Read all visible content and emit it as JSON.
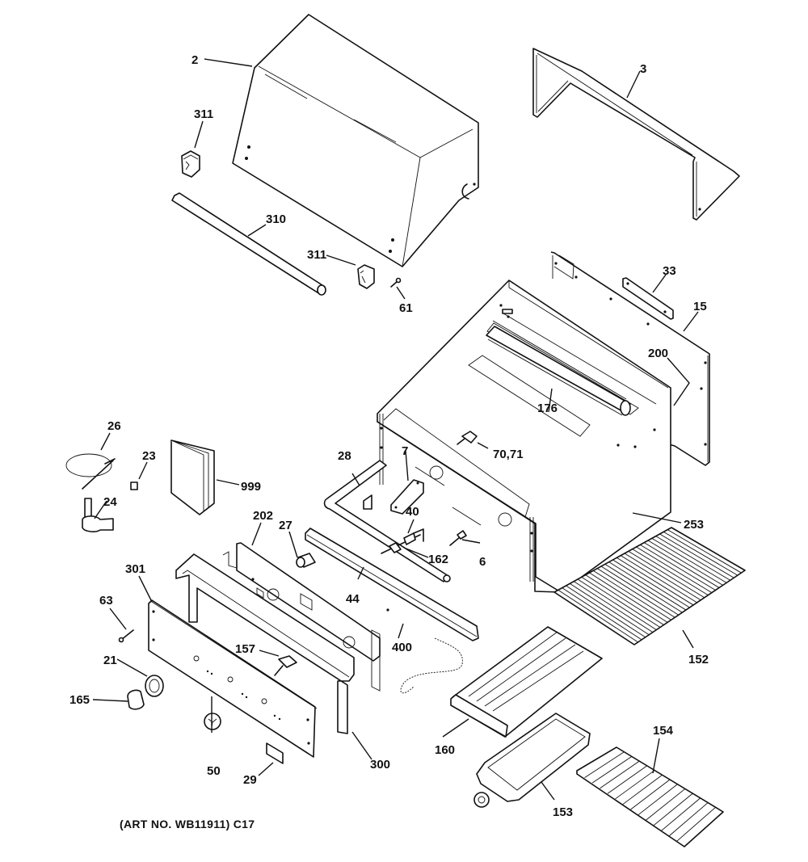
{
  "diagram": {
    "type": "exploded-parts-view",
    "subject": "Outdoor gas grill assembly",
    "caption": "(ART NO. WB11911) C17",
    "callouts": [
      {
        "id": "2",
        "part": "hood"
      },
      {
        "id": "3",
        "part": "hood-frame"
      },
      {
        "id": "311",
        "part": "handle-end-cap-left"
      },
      {
        "id": "310",
        "part": "handle-bar"
      },
      {
        "id": "311b",
        "label": "311",
        "part": "handle-end-cap-right"
      },
      {
        "id": "61",
        "part": "screw"
      },
      {
        "id": "33",
        "part": "rear-bracket"
      },
      {
        "id": "15",
        "part": "rear-panel"
      },
      {
        "id": "200",
        "part": "side-panel"
      },
      {
        "id": "176",
        "part": "rotisserie-burner"
      },
      {
        "id": "70,71",
        "part": "electrode"
      },
      {
        "id": "253",
        "part": "grill-body"
      },
      {
        "id": "26",
        "part": "gas-hose"
      },
      {
        "id": "23",
        "part": "orifice-fitting"
      },
      {
        "id": "24",
        "part": "regulator"
      },
      {
        "id": "999",
        "part": "owners-manual"
      },
      {
        "id": "28",
        "part": "manifold"
      },
      {
        "id": "7",
        "part": "manifold-bracket"
      },
      {
        "id": "40",
        "part": "valve"
      },
      {
        "id": "162",
        "part": "orifice"
      },
      {
        "id": "6",
        "part": "igniter-electrode"
      },
      {
        "id": "202",
        "part": "control-panel-backer"
      },
      {
        "id": "27",
        "part": "igniter-button"
      },
      {
        "id": "44",
        "part": "front-rail"
      },
      {
        "id": "301",
        "part": "control-panel"
      },
      {
        "id": "63",
        "part": "screw"
      },
      {
        "id": "21",
        "part": "knob-bezel"
      },
      {
        "id": "165",
        "part": "control-knob"
      },
      {
        "id": "157",
        "part": "valve-assembly"
      },
      {
        "id": "400",
        "part": "match-holder-chain"
      },
      {
        "id": "152",
        "part": "cooking-grate"
      },
      {
        "id": "160",
        "part": "flavor-bar-tray"
      },
      {
        "id": "50",
        "part": "knob"
      },
      {
        "id": "29",
        "part": "label-plate"
      },
      {
        "id": "300",
        "part": "control-panel-bracket"
      },
      {
        "id": "153",
        "part": "burner"
      },
      {
        "id": "154",
        "part": "warming-rack"
      }
    ]
  },
  "labels": {
    "l2": "2",
    "l3": "3",
    "l311a": "311",
    "l310": "310",
    "l311b": "311",
    "l61": "61",
    "l33": "33",
    "l15": "15",
    "l200": "200",
    "l176": "176",
    "l7071": "70,71",
    "l253": "253",
    "l26": "26",
    "l23": "23",
    "l24": "24",
    "l999": "999",
    "l28": "28",
    "l7": "7",
    "l40": "40",
    "l162": "162",
    "l6": "6",
    "l202": "202",
    "l27": "27",
    "l44": "44",
    "l301": "301",
    "l63": "63",
    "l21": "21",
    "l165": "165",
    "l157": "157",
    "l400": "400",
    "l152": "152",
    "l160": "160",
    "l50": "50",
    "l29": "29",
    "l300": "300",
    "l153": "153",
    "l154": "154"
  }
}
